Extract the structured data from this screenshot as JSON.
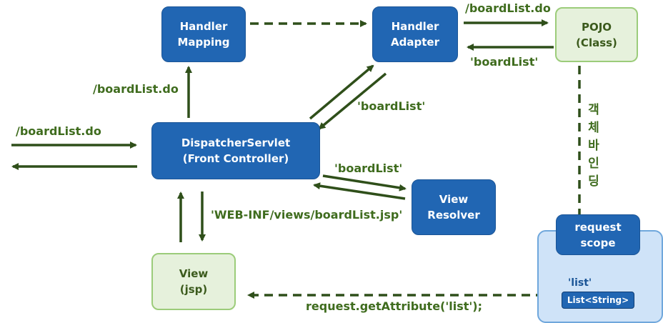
{
  "nodes": {
    "handler_mapping": [
      "Handler",
      "Mapping"
    ],
    "handler_adapter": [
      "Handler",
      "Adapter"
    ],
    "pojo": [
      "POJO",
      "(Class)"
    ],
    "dispatcher": [
      "DispatcherServlet",
      "(Front Controller)"
    ],
    "view_resolver": [
      "View",
      "Resolver"
    ],
    "view_jsp": [
      "View",
      "(jsp)"
    ],
    "request_scope": [
      "request",
      "scope"
    ]
  },
  "labels": {
    "request_in": "/boardList.do",
    "to_mapping": "/boardList.do",
    "to_pojo": "/boardList.do",
    "from_pojo": "'boardList'",
    "from_adapter": "'boardList'",
    "to_resolver": "'boardList'",
    "view_path": "'WEB-INF/views/boardList.jsp'",
    "binding": "객체바인딩",
    "scope_key": "'list'",
    "scope_type": "List<String>",
    "get_attribute": "request.getAttribute('list');"
  },
  "colors": {
    "arrow": "#2f4f1a",
    "label_green": "#3f6c1e",
    "box_blue": "#2166b3",
    "box_green_fill": "#e6f1dc",
    "box_green_border": "#9ccc7a",
    "scope_fill": "#cfe3f8"
  }
}
